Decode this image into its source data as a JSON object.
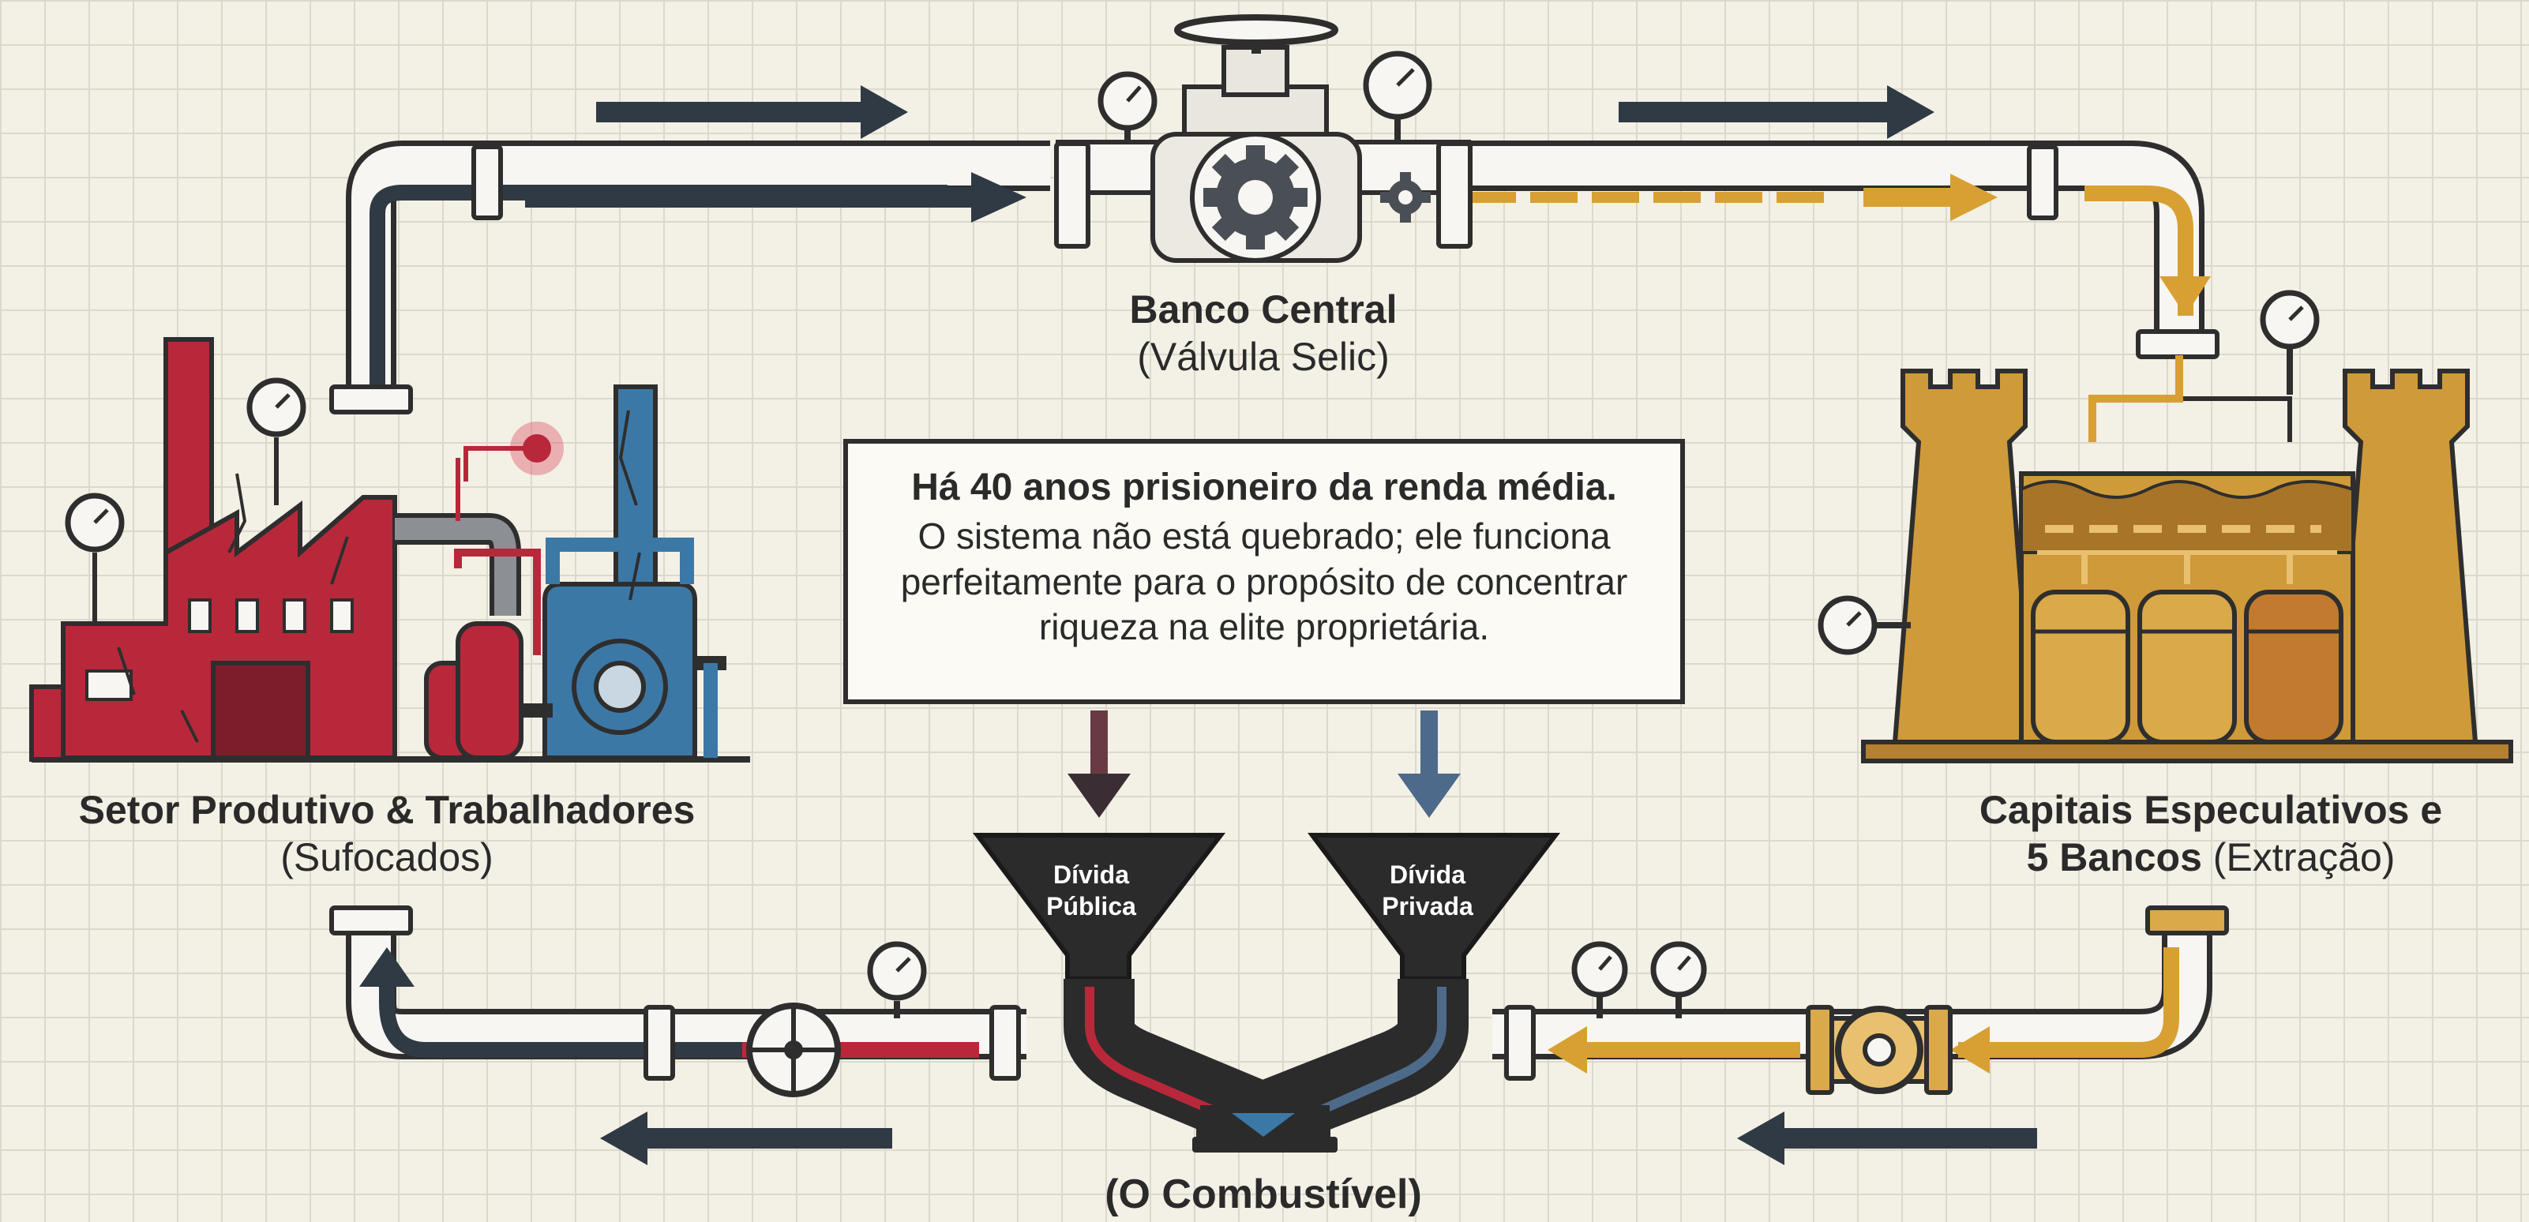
{
  "banco_central": {
    "title": "Banco Central",
    "subtitle": "(Válvula Selic)"
  },
  "setor_produtivo": {
    "title": "Setor Produtivo & Trabalhadores",
    "subtitle": "(Sufocados)"
  },
  "capitais": {
    "title_line1": "Capitais Especulativos e",
    "title_line2_bold": "5 Bancos",
    "title_line2_sub": " (Extração)"
  },
  "message": {
    "headline": "Há 40 anos prisioneiro da renda média.",
    "body": "O sistema não está quebrado; ele funciona perfeitamente para o propósito de concentrar riqueza na elite proprietária."
  },
  "funnels": {
    "publica": "Dívida\nPública",
    "privada": "Dívida\nPrivada"
  },
  "combustivel": "(O Combustível)",
  "colors": {
    "pipe_dark": "#2f3a44",
    "pipe_light": "#f7f6f2",
    "flow_red": "#b8283a",
    "flow_gold": "#d8a032",
    "factory_red": "#b8283a",
    "factory_blue": "#3c78a6",
    "castle_gold": "#cf9a3a",
    "funnel_black": "#2b2b2b"
  }
}
